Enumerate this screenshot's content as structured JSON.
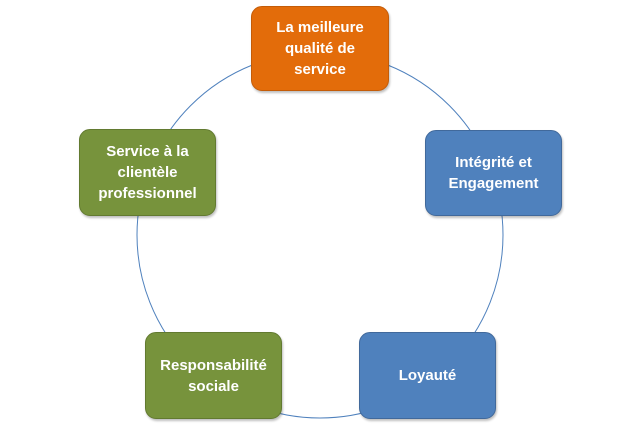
{
  "nodes": {
    "top": {
      "label": "La meilleure qualité de service",
      "color": "#e36c0a"
    },
    "right": {
      "label": "Intégrité et Engagement",
      "color": "#4f81bd"
    },
    "bottom_right": {
      "label": "Loyauté",
      "color": "#4f81bd"
    },
    "bottom_left": {
      "label": "Responsabilité sociale",
      "color": "#77933c"
    },
    "left": {
      "label": "Service à la clientèle professionnel",
      "color": "#77933c"
    }
  },
  "ring_color": "#4f81bd"
}
